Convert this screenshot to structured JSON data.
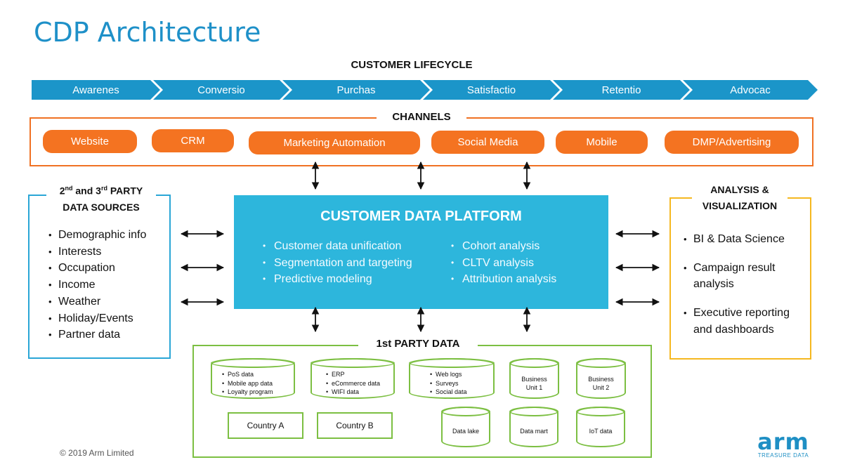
{
  "title": "CDP Architecture",
  "lifecycle": {
    "label": "CUSTOMER LIFECYCLE",
    "stages": [
      "Awarenes",
      "Conversio",
      "Purchas",
      "Satisfactio",
      "Retentio",
      "Advocac"
    ]
  },
  "channels": {
    "label": "CHANNELS",
    "items": [
      "Website",
      "CRM",
      "Marketing Automation",
      "Social Media",
      "Mobile",
      "DMP/Advertising"
    ]
  },
  "third_party": {
    "title_pre": "2",
    "title_sup1": "nd",
    "title_mid": " and 3",
    "title_sup2": "rd",
    "title_post": " PARTY",
    "title_line2": "DATA SOURCES",
    "items": [
      "Demographic info",
      "Interests",
      "Occupation",
      "Income",
      "Weather",
      "Holiday/Events",
      "Partner data"
    ]
  },
  "cdp": {
    "title": "CUSTOMER DATA PLATFORM",
    "left_items": [
      "Customer data unification",
      "Segmentation and targeting",
      "Predictive modeling"
    ],
    "right_items": [
      "Cohort analysis",
      "CLTV analysis",
      "Attribution analysis"
    ]
  },
  "analysis": {
    "title_line1": "ANALYSIS &",
    "title_line2": "VISUALIZATION",
    "items": [
      "BI & Data Science",
      "Campaign result analysis",
      "Executive reporting and dashboards"
    ]
  },
  "first_party": {
    "label": "1st PARTY DATA",
    "db1": [
      "PoS data",
      "Mobile app data",
      "Loyalty program"
    ],
    "db2": [
      "ERP",
      "eCommerce data",
      "WIFI data"
    ],
    "db3": [
      "Web logs",
      "Surveys",
      "Social data"
    ],
    "bu1": "Business Unit 1",
    "bu2": "Business Unit 2",
    "country_a": "Country A",
    "country_b": "Country B",
    "data_lake": "Data lake",
    "data_mart": "Data mart",
    "iot": "IoT data"
  },
  "copyright": "© 2019 Arm Limited",
  "logo": {
    "main": "arm",
    "sub": "TREASURE DATA"
  },
  "colors": {
    "accent_blue": "#1b95c9",
    "cdp_blue": "#2db6dc",
    "channel_orange": "#f47321",
    "analysis_yellow": "#f5b820",
    "first_party_green": "#7cbf42"
  }
}
